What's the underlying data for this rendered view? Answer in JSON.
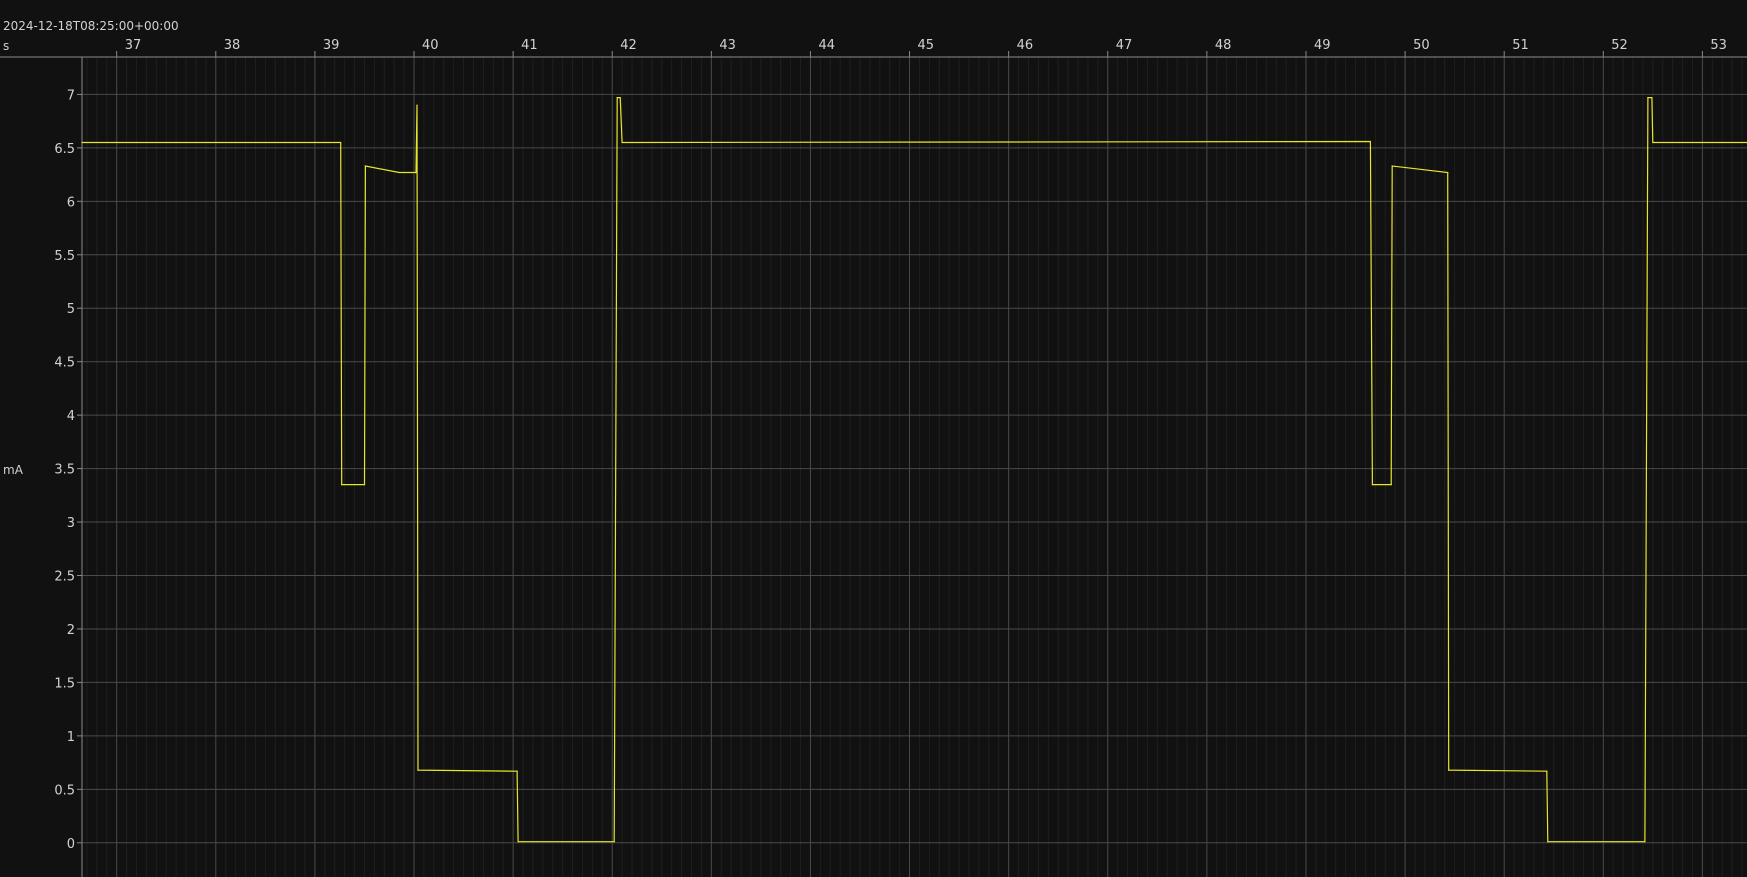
{
  "header": {
    "timestamp": "2024-12-18T08:25:00+00:00",
    "x_unit": "s",
    "y_unit": "mA"
  },
  "colors": {
    "background": "#111111",
    "grid": "#4a4a4a",
    "trace": "#e8e62a",
    "text": "#d2d2d2"
  },
  "chart_data": {
    "type": "line",
    "title": "",
    "xlabel": "s",
    "ylabel": "mA",
    "xlim": [
      36.65,
      53.45
    ],
    "ylim": [
      -0.32,
      7.35
    ],
    "grid": true,
    "x_ticks": [
      37,
      38,
      39,
      40,
      41,
      42,
      43,
      44,
      45,
      46,
      47,
      48,
      49,
      50,
      51,
      52,
      53
    ],
    "y_ticks": [
      0,
      0.5,
      1,
      1.5,
      2,
      2.5,
      3,
      3.5,
      4,
      4.5,
      5,
      5.5,
      6,
      6.5,
      7
    ],
    "y_tick_labels": [
      "0",
      "0.5",
      "1",
      "1.5",
      "2",
      "2.5",
      "3",
      "3.5",
      "4",
      "4.5",
      "5",
      "5.5",
      "6",
      "6.5",
      "7"
    ],
    "series": [
      {
        "points": [
          [
            36.65,
            6.55
          ],
          [
            39.26,
            6.55
          ],
          [
            39.27,
            3.35
          ],
          [
            39.5,
            3.35
          ],
          [
            39.51,
            6.33
          ],
          [
            39.85,
            6.27
          ],
          [
            40.02,
            6.27
          ],
          [
            40.03,
            6.9
          ],
          [
            40.04,
            0.68
          ],
          [
            41.04,
            0.67
          ],
          [
            41.05,
            0.01
          ],
          [
            42.02,
            0.01
          ],
          [
            42.05,
            6.97
          ],
          [
            42.08,
            6.97
          ],
          [
            42.1,
            6.55
          ],
          [
            49.65,
            6.56
          ],
          [
            49.67,
            3.35
          ],
          [
            49.86,
            3.35
          ],
          [
            49.87,
            6.33
          ],
          [
            50.43,
            6.27
          ],
          [
            50.44,
            0.68
          ],
          [
            51.43,
            0.67
          ],
          [
            51.44,
            0.01
          ],
          [
            52.42,
            0.01
          ],
          [
            52.45,
            6.97
          ],
          [
            52.49,
            6.97
          ],
          [
            52.5,
            6.55
          ],
          [
            53.45,
            6.55
          ]
        ]
      }
    ]
  }
}
